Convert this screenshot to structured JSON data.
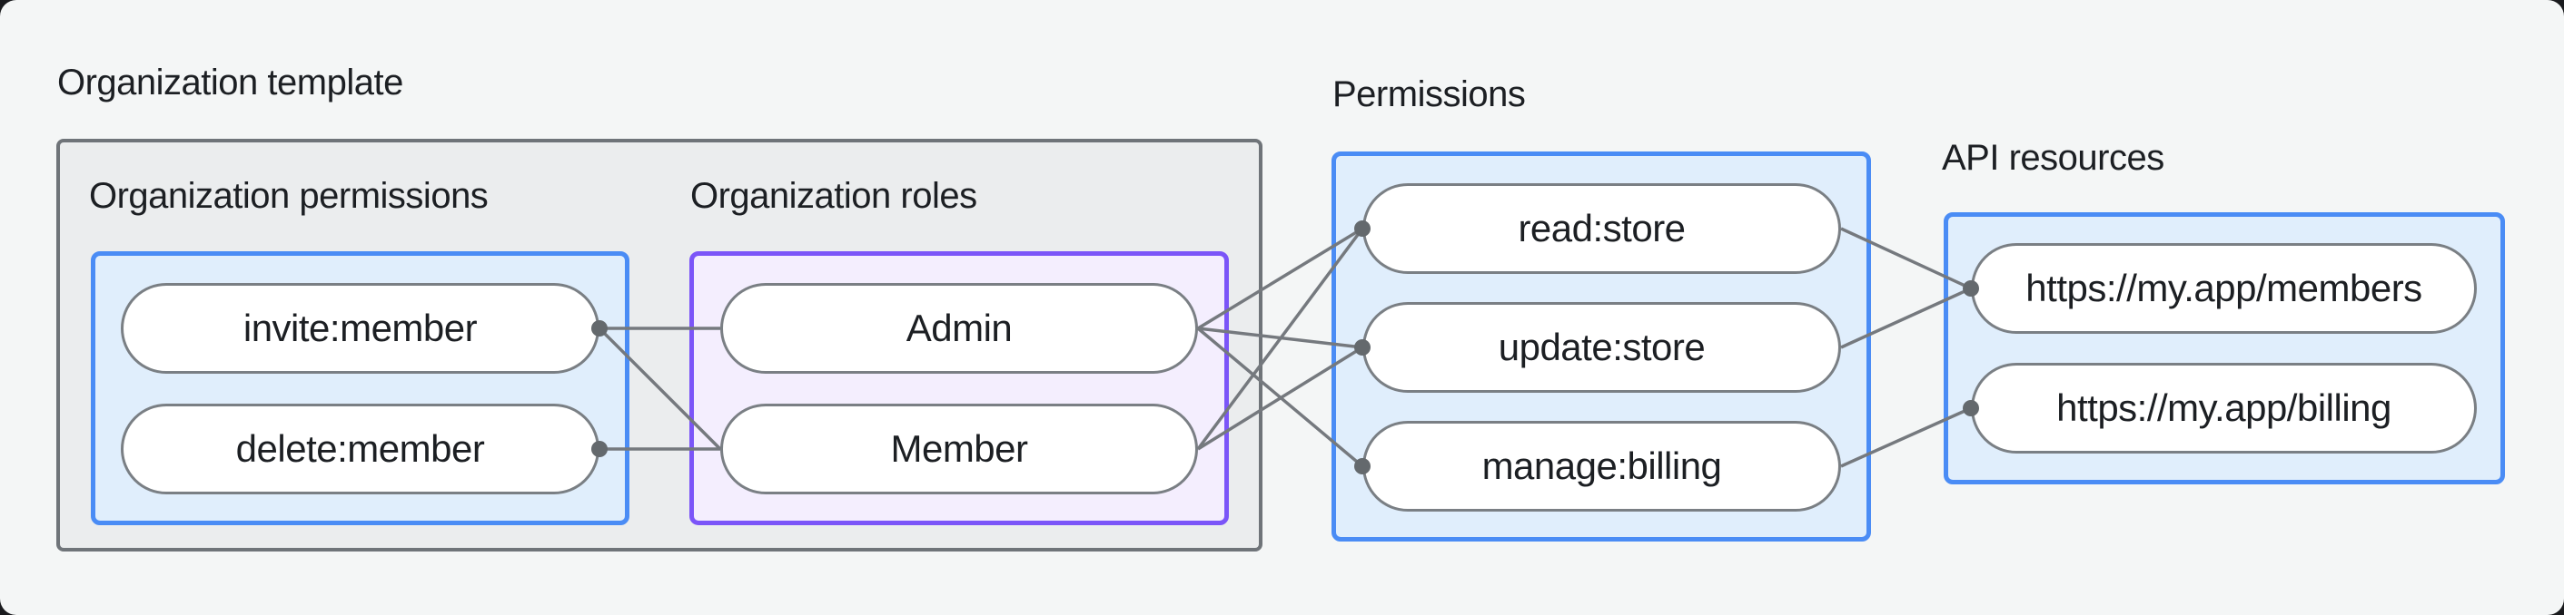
{
  "diagram": {
    "organization_template": {
      "label": "Organization template",
      "organization_permissions": {
        "label": "Organization permissions",
        "nodes": [
          "invite:member",
          "delete:member"
        ]
      },
      "organization_roles": {
        "label": "Organization roles",
        "nodes": [
          "Admin",
          "Member"
        ]
      }
    },
    "permissions": {
      "label": "Permissions",
      "nodes": [
        "read:store",
        "update:store",
        "manage:billing"
      ]
    },
    "api_resources": {
      "label": "API resources",
      "nodes": [
        "https://my.app/members",
        "https://my.app/billing"
      ]
    },
    "edges": [
      {
        "from": "invite:member",
        "to": "Admin"
      },
      {
        "from": "invite:member",
        "to": "Member"
      },
      {
        "from": "delete:member",
        "to": "Member"
      },
      {
        "from": "Admin",
        "to": "read:store"
      },
      {
        "from": "Admin",
        "to": "update:store"
      },
      {
        "from": "Admin",
        "to": "manage:billing"
      },
      {
        "from": "Member",
        "to": "read:store"
      },
      {
        "from": "Member",
        "to": "update:store"
      },
      {
        "from": "read:store",
        "to": "https://my.app/members"
      },
      {
        "from": "update:store",
        "to": "https://my.app/members"
      },
      {
        "from": "manage:billing",
        "to": "https://my.app/billing"
      }
    ],
    "colors": {
      "page_background": "#f4f6f6",
      "gray_container_border": "#6f7479",
      "gray_container_fill": "#ebedee",
      "blue_container_border": "#4a8cf5",
      "blue_container_fill": "#e0eefc",
      "purple_container_border": "#7b55f8",
      "purple_container_fill": "#f4eefe",
      "node_border": "#7a7f84",
      "node_fill": "#ffffff",
      "connector_line": "#75797e",
      "connector_dot": "#64696d",
      "text": "#1c1f23"
    }
  }
}
